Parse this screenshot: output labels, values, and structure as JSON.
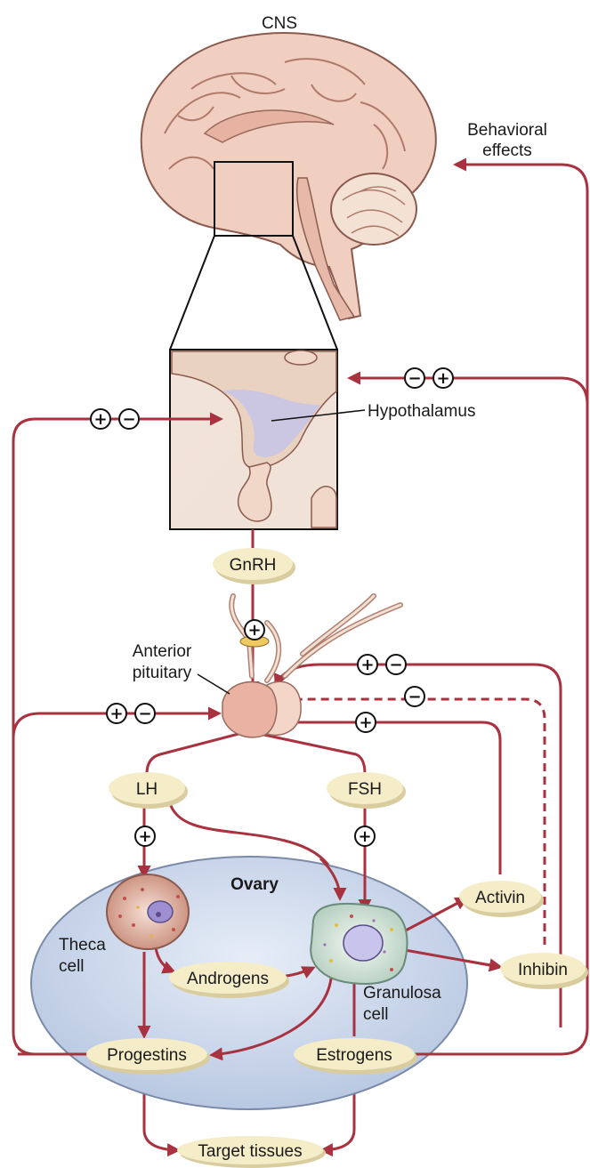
{
  "labels": {
    "cns": "CNS",
    "behavioral_line1": "Behavioral",
    "behavioral_line2": "effects",
    "hypothalamus": "Hypothalamus",
    "anterior_line1": "Anterior",
    "anterior_line2": "pituitary",
    "ovary": "Ovary",
    "theca_line1": "Theca",
    "theca_line2": "cell",
    "granulosa_line1": "Granulosa",
    "granulosa_line2": "cell"
  },
  "hormones": {
    "gnrh": "GnRH",
    "lh": "LH",
    "fsh": "FSH",
    "androgens": "Androgens",
    "activin": "Activin",
    "inhibin": "Inhibin",
    "progestins": "Progestins",
    "estrogens": "Estrogens",
    "target": "Target tissues"
  },
  "signs": {
    "plus": "+",
    "minus": "−"
  },
  "colors": {
    "arrow": "#a8323f",
    "pill": "#f5ecc8",
    "ovary": "#c9d6ea",
    "brain": "#f1cfc0",
    "pituitary": "#e9b2a2"
  }
}
